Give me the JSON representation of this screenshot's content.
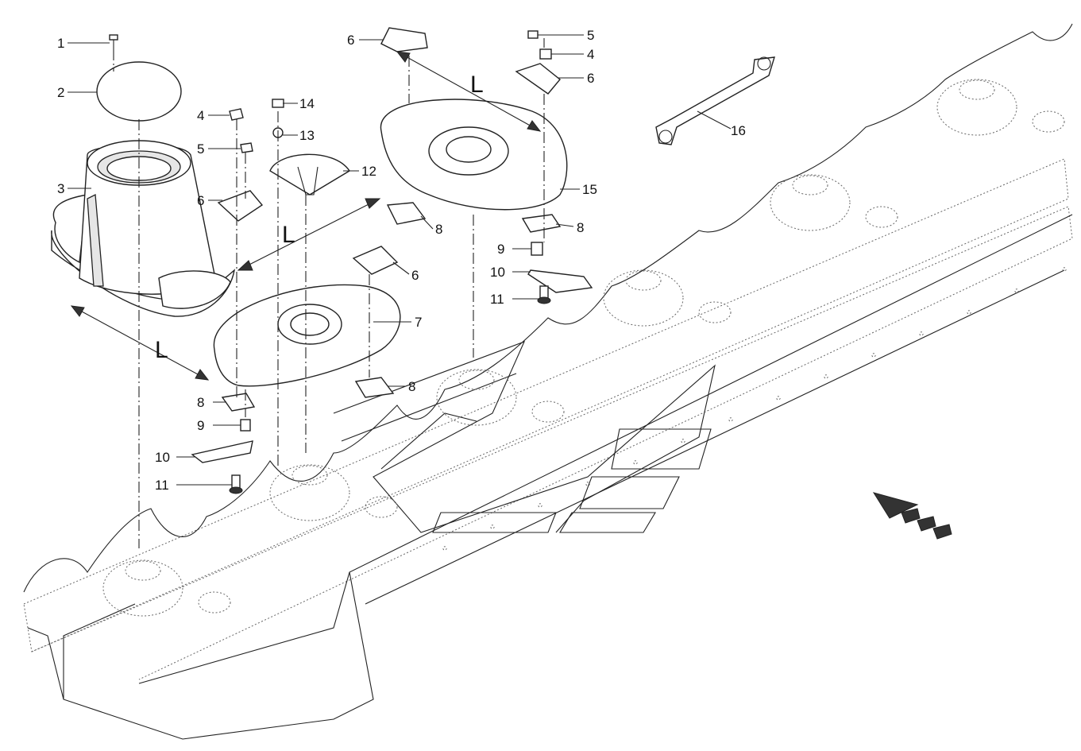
{
  "callouts": [
    {
      "id": "c1",
      "text": "1"
    },
    {
      "id": "c2",
      "text": "2"
    },
    {
      "id": "c3",
      "text": "3"
    },
    {
      "id": "c4a",
      "text": "4"
    },
    {
      "id": "c5a",
      "text": "5"
    },
    {
      "id": "c6a",
      "text": "6"
    },
    {
      "id": "c14",
      "text": "14"
    },
    {
      "id": "c13",
      "text": "13"
    },
    {
      "id": "c12",
      "text": "12"
    },
    {
      "id": "c6b",
      "text": "6"
    },
    {
      "id": "c5b",
      "text": "5"
    },
    {
      "id": "c4b",
      "text": "4"
    },
    {
      "id": "c6c",
      "text": "6"
    },
    {
      "id": "c16",
      "text": "16"
    },
    {
      "id": "c15",
      "text": "15"
    },
    {
      "id": "c8a",
      "text": "8"
    },
    {
      "id": "c8b",
      "text": "8"
    },
    {
      "id": "c9a",
      "text": "9"
    },
    {
      "id": "c10a",
      "text": "10"
    },
    {
      "id": "c11a",
      "text": "11"
    },
    {
      "id": "c6d",
      "text": "6"
    },
    {
      "id": "c7",
      "text": "7"
    },
    {
      "id": "c8c",
      "text": "8"
    },
    {
      "id": "c8d",
      "text": "8"
    },
    {
      "id": "c9b",
      "text": "9"
    },
    {
      "id": "c10b",
      "text": "10"
    },
    {
      "id": "c11b",
      "text": "11"
    }
  ],
  "dimensions": [
    {
      "id": "L1",
      "text": "L"
    },
    {
      "id": "L2",
      "text": "L"
    },
    {
      "id": "L3",
      "text": "L"
    }
  ]
}
